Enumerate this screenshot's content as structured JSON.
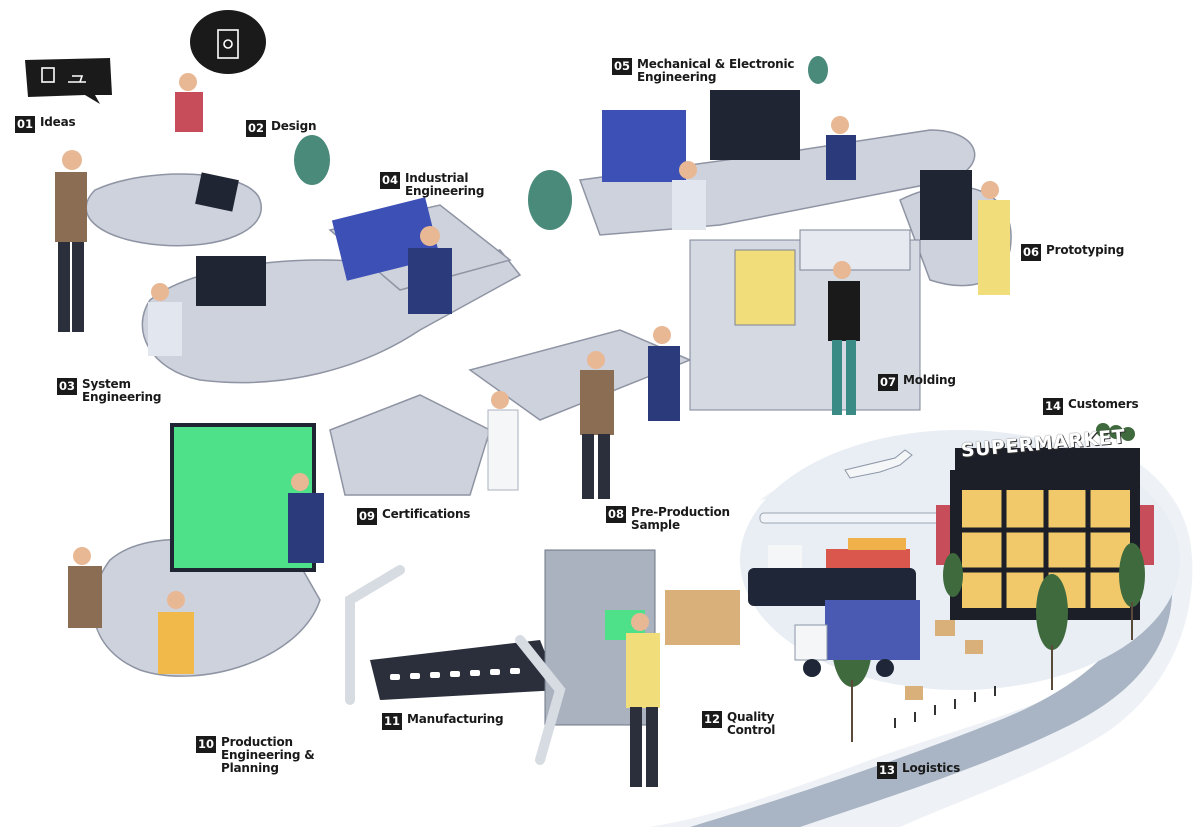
{
  "steps": [
    {
      "num": "01",
      "lines": [
        "Ideas"
      ]
    },
    {
      "num": "02",
      "lines": [
        "Design"
      ]
    },
    {
      "num": "03",
      "lines": [
        "System",
        "Engineering"
      ]
    },
    {
      "num": "04",
      "lines": [
        "Industrial",
        "Engineering"
      ]
    },
    {
      "num": "05",
      "lines": [
        "Mechanical & Electronic",
        "Engineering"
      ]
    },
    {
      "num": "06",
      "lines": [
        "Prototyping"
      ]
    },
    {
      "num": "07",
      "lines": [
        "Molding"
      ]
    },
    {
      "num": "08",
      "lines": [
        "Pre-Production",
        "Sample"
      ]
    },
    {
      "num": "09",
      "lines": [
        "Certifications"
      ]
    },
    {
      "num": "10",
      "lines": [
        "Production",
        "Engineering &",
        "Planning"
      ]
    },
    {
      "num": "11",
      "lines": [
        "Manufacturing"
      ]
    },
    {
      "num": "12",
      "lines": [
        "Quality",
        "Control"
      ]
    },
    {
      "num": "13",
      "lines": [
        "Logistics"
      ]
    },
    {
      "num": "14",
      "lines": [
        "Customers"
      ]
    }
  ],
  "store_sign": "SUPERMARKET",
  "colors": {
    "desk": "#cdd2dc",
    "desk_edge": "#8e94a3",
    "road": "#aeb8c5",
    "screen_green": "#4fe08a",
    "screen_dark": "#1f2533",
    "building_window": "#f1c96a",
    "label_box": "#1a1a1a"
  }
}
